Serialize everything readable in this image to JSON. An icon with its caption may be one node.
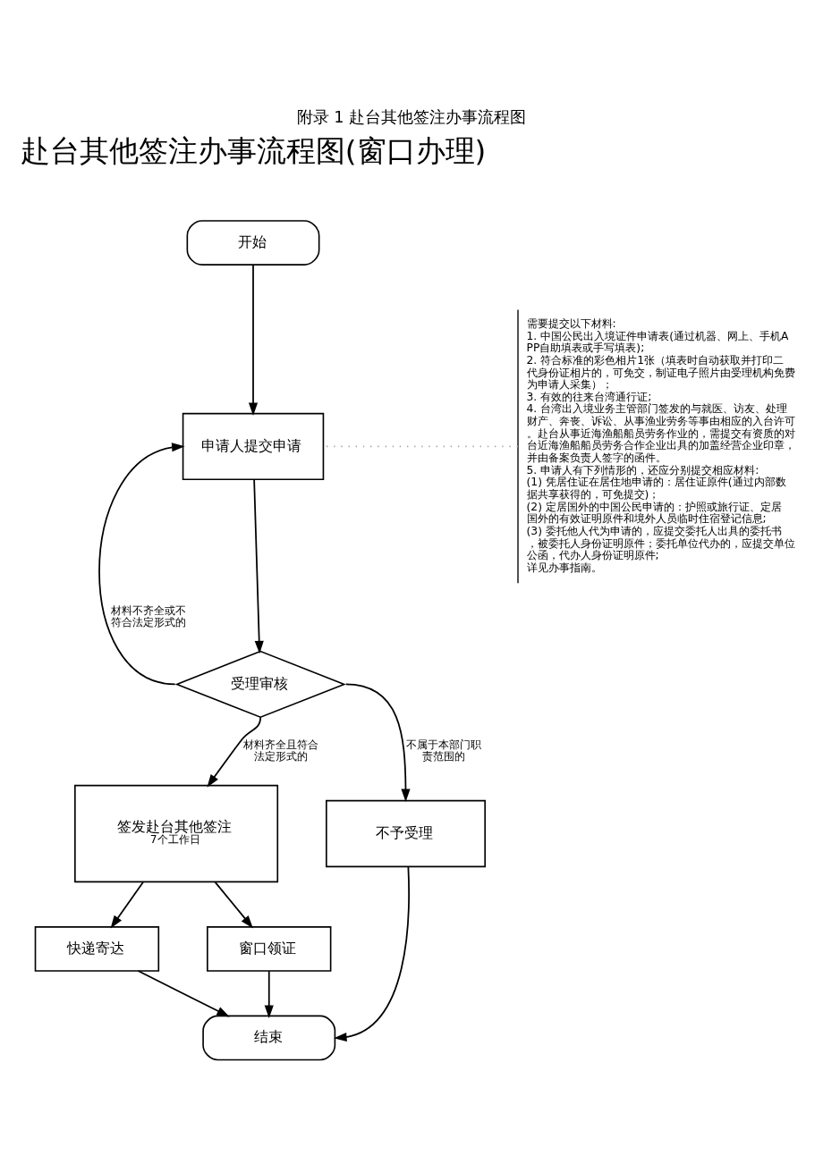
{
  "diagram": {
    "title": "附录 1 赴台其他签注办事流程图",
    "nodes": [
      {
        "text": [
          "开始"
        ]
      },
      {
        "text": [
          "申请人提交申请"
        ]
      },
      {
        "text": [
          "需要提交以下材料:",
          "1. 中国公民出入境证件申请表(通过机器、网上、手机APP自助填表或手写填表);",
          "2. 符合标准的彩色相片1张（填表时自动获取并打印二代身份证相片的，可免交，制证电子照片由受理机构免费为申请人采集）；",
          "3. 有效的往来台湾通行证;",
          "4. 台湾出入境业务主管部门签发的与就医、访友、处理财产、奔丧、诉讼、从事渔业劳务等事由相应的入台许可。赴台从事近海渔船船员劳务作业的，需提交有资质的对台近海渔船船员劳务合作企业出具的加盖经营企业印章，并由备案负责人签字的函件。",
          "5. 申请人有下列情形的，还应分别提交相应材料:",
          "(1) 凭居住证在居住地申请的：居住证原件(通过内部数据共享获得的，可免提交)；",
          "(2) 定居国外的中国公民申请的：护照或旅行证、定居国外的有效证明原件和境外人员临时住宿登记信息;",
          "(3) 委托他人代为申请的，应提交委托人出具的委托书，被委托人身份证明原件；委托单位代办的，应提交单位公函，代办人身份证明原件;",
          "详见办事指南。"
        ]
      },
      {
        "text": [
          "受理审核"
        ]
      },
      {
        "text": [
          "签发赴台其他签注",
          "7个工作日"
        ]
      },
      {
        "text": [
          "不予受理"
        ]
      },
      {
        "text": [
          "快递寄达"
        ]
      },
      {
        "text": [
          "窗口领证"
        ]
      },
      {
        "text": [
          "结束"
        ]
      }
    ],
    "edges": [
      {
        "from": 0,
        "to": 1,
        "arrow": "to"
      },
      {
        "from": 2,
        "to": 1,
        "arrow": "none",
        "style": "dashed",
        "color": "#a6a6a6"
      },
      {
        "from": 1,
        "to": 3,
        "arrow": "to"
      },
      {
        "from": 3,
        "to": 1,
        "arrow": "to",
        "label": "材料不齐全或不符合法定形式的"
      },
      {
        "from": 3,
        "to": 4,
        "arrow": "to",
        "label": "材料齐全且符合法定形式的"
      },
      {
        "from": 3,
        "to": 5,
        "arrow": "to",
        "label": "不属于本部门职责范围的"
      },
      {
        "from": 4,
        "to": 6,
        "arrow": "to"
      },
      {
        "from": 4,
        "to": 7,
        "arrow": "to"
      },
      {
        "from": 6,
        "to": 8,
        "arrow": "to"
      },
      {
        "from": 7,
        "to": 8,
        "arrow": "to"
      },
      {
        "from": 5,
        "to": 8,
        "arrow": "to"
      }
    ],
    "labels": [
      "赴台其他签注办事流程图(窗口办理)"
    ]
  }
}
